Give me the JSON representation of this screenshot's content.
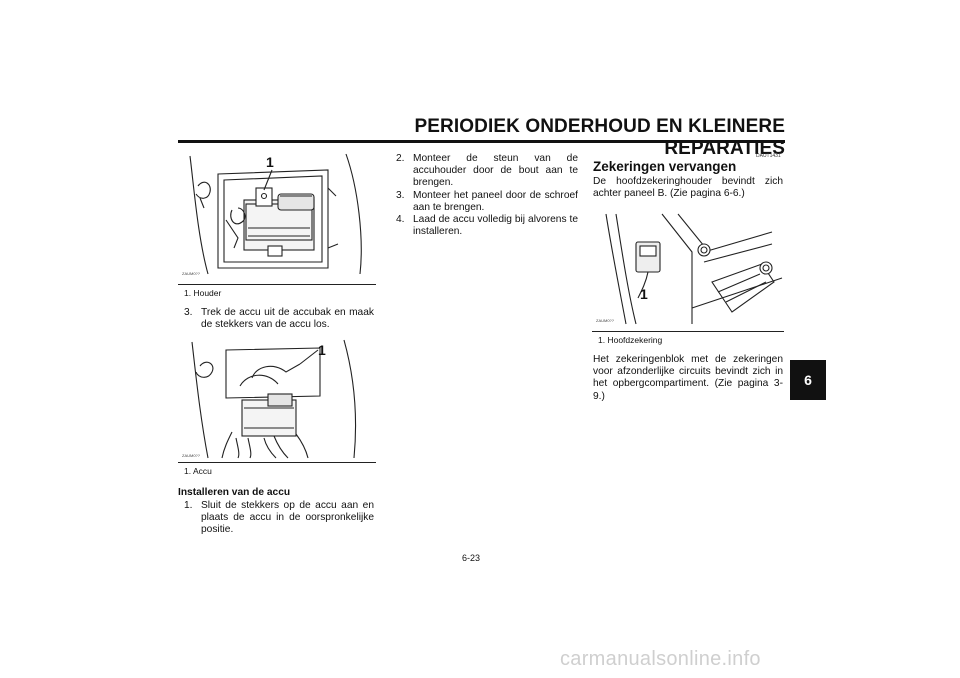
{
  "header": {
    "title": "PERIODIEK ONDERHOUD EN KLEINERE REPARATIES"
  },
  "chapter_tab": "6",
  "page_number": "6-23",
  "left_column": {
    "figure1": {
      "code": "ZAUM0??",
      "callout": "1",
      "caption": "1. Houder"
    },
    "step3": {
      "num": "3.",
      "text": "Trek de accu uit de accubak en maak de stekkers van de accu los."
    },
    "figure2": {
      "code": "ZAUM0??",
      "callout": "1",
      "caption": "1. Accu"
    },
    "install_heading": "Installeren van de accu",
    "step1": {
      "num": "1.",
      "text": "Sluit de stekkers op de accu aan en plaats de accu in de oorspronkelijke positie."
    }
  },
  "middle_column": {
    "steps": [
      {
        "num": "2.",
        "text": "Monteer de steun van de accuhouder door de bout aan te brengen."
      },
      {
        "num": "3.",
        "text": "Monteer het paneel door de schroef aan te brengen."
      },
      {
        "num": "4.",
        "text": "Laad de accu volledig bij alvorens te installeren."
      }
    ]
  },
  "right_column": {
    "section_code": "DAUT1431",
    "section_title": "Zekeringen vervangen",
    "intro": "De hoofdzekeringhouder bevindt zich achter paneel B. (Zie pagina 6-6.)",
    "figure3": {
      "code": "ZAUM0??",
      "callout": "1",
      "caption": "1. Hoofdzekering"
    },
    "body": "Het zekeringenblok met de zekeringen voor afzonderlijke circuits bevindt zich in het opbergcompartiment. (Zie pagina 3-9.)"
  },
  "watermark": "carmanualsonline.info"
}
